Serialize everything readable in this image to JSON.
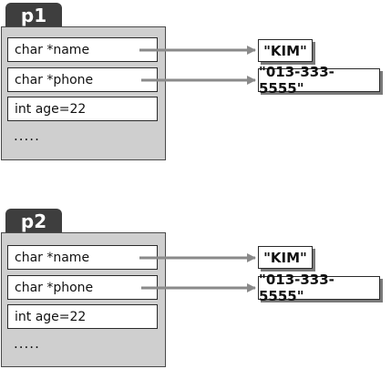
{
  "structs": [
    {
      "name": "p1",
      "fields": [
        "char *name",
        "char *phone",
        "int age=22"
      ],
      "more": ".....",
      "targets": {
        "name": "\"KIM\"",
        "phone": "\"013-333-5555\""
      }
    },
    {
      "name": "p2",
      "fields": [
        "char *name",
        "char *phone",
        "int age=22"
      ],
      "more": ".....",
      "targets": {
        "name": "\"KIM\"",
        "phone": "\"013-333-5555\""
      }
    }
  ],
  "colors": {
    "tab": "#3e3e3e",
    "struct_bg": "#cfcfcf",
    "arrow": "#8a8a8a"
  }
}
